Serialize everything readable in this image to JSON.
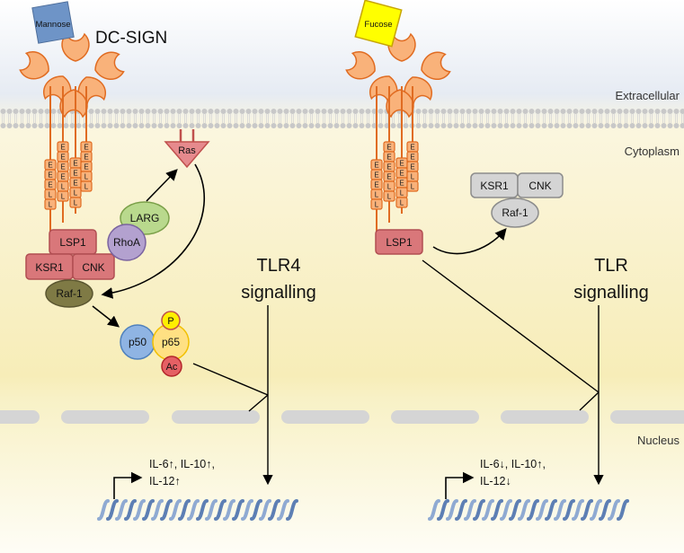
{
  "title": "DC-SIGN",
  "regions": {
    "extracellular": "Extracellular",
    "cytoplasm": "Cytoplasm",
    "nucleus": "Nucleus"
  },
  "ligands": {
    "left": "Mannose",
    "right": "Fucose"
  },
  "motifs": {
    "e": "E",
    "l": "L"
  },
  "nodes": {
    "ras": "Ras",
    "larg": "LARG",
    "rhoa": "RhoA",
    "lsp1": "LSP1",
    "ksr1": "KSR1",
    "cnk": "CNK",
    "raf1": "Raf-1",
    "p50": "p50",
    "p65": "p65",
    "p": "P",
    "ac": "Ac",
    "lsp1_right": "LSP1",
    "ksr1_right": "KSR1",
    "cnk_right": "CNK",
    "raf1_right": "Raf-1"
  },
  "signalling": {
    "left_l1": "TLR4",
    "left_l2": "signalling",
    "right_l1": "TLR",
    "right_l2": "signalling"
  },
  "cytokines": {
    "left_l1": "IL-6↑, IL-10↑,",
    "left_l2": "IL-12↑",
    "right_l1": "IL-6↓, IL-10↑,",
    "right_l2": "IL-12↓"
  },
  "colors": {
    "receptor_fill": "#f9b27a",
    "receptor_stroke": "#e06c22",
    "mannose": "#6e94c7",
    "fucose": "#ffff00",
    "box_red": "#d9777a",
    "box_grey": "#d4d4d4",
    "larg": "#b9d98d",
    "rhoa": "#b3a1cf",
    "raf1": "#7f7a45",
    "p50": "#8fb4e3",
    "p65": "#ffe083",
    "p": "#ffef00",
    "ac": "#e56064",
    "dna": "#8faad2"
  }
}
